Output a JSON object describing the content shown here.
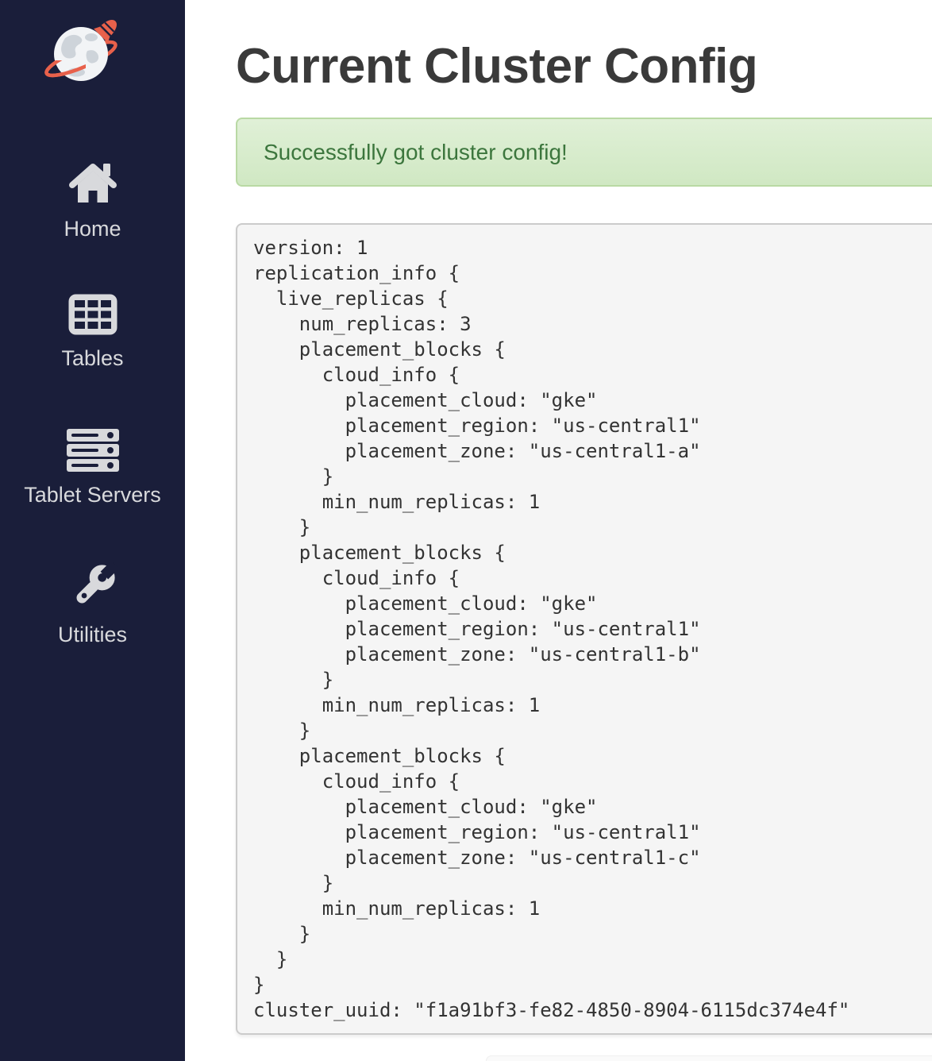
{
  "colors": {
    "sidebar_bg": "#1a1e3a",
    "accent_coral": "#e8614b",
    "icon_gray": "#d8d9dc",
    "title_text": "#3a3a3a",
    "success_text": "#3c763d",
    "success_bg_top": "#e0f0d7",
    "success_bg_bottom": "#d0e8c3",
    "success_border": "#b9d9a4",
    "pre_bg": "#f5f5f5",
    "pre_border": "#cbcbcb",
    "pre_text": "#333333"
  },
  "sidebar": {
    "logo": {
      "icon": "globe-rocket-logo"
    },
    "items": [
      {
        "label": "Home",
        "icon": "home-icon"
      },
      {
        "label": "Tables",
        "icon": "table-grid-icon"
      },
      {
        "label": "Tablet Servers",
        "icon": "server-stack-icon"
      },
      {
        "label": "Utilities",
        "icon": "wrench-icon"
      }
    ]
  },
  "main": {
    "title": "Current Cluster Config",
    "alert": {
      "type": "success",
      "message": "Successfully got cluster config!"
    },
    "cluster_config": {
      "text": "version: 1\nreplication_info {\n  live_replicas {\n    num_replicas: 3\n    placement_blocks {\n      cloud_info {\n        placement_cloud: \"gke\"\n        placement_region: \"us-central1\"\n        placement_zone: \"us-central1-a\"\n      }\n      min_num_replicas: 1\n    }\n    placement_blocks {\n      cloud_info {\n        placement_cloud: \"gke\"\n        placement_region: \"us-central1\"\n        placement_zone: \"us-central1-b\"\n      }\n      min_num_replicas: 1\n    }\n    placement_blocks {\n      cloud_info {\n        placement_cloud: \"gke\"\n        placement_region: \"us-central1\"\n        placement_zone: \"us-central1-c\"\n      }\n      min_num_replicas: 1\n    }\n  }\n}\ncluster_uuid: \"f1a91bf3-fe82-4850-8904-6115dc374e4f\"",
      "parsed": {
        "version": 1,
        "replication_info": {
          "live_replicas": {
            "num_replicas": 3,
            "placement_blocks": [
              {
                "cloud_info": {
                  "placement_cloud": "gke",
                  "placement_region": "us-central1",
                  "placement_zone": "us-central1-a"
                },
                "min_num_replicas": 1
              },
              {
                "cloud_info": {
                  "placement_cloud": "gke",
                  "placement_region": "us-central1",
                  "placement_zone": "us-central1-b"
                },
                "min_num_replicas": 1
              },
              {
                "cloud_info": {
                  "placement_cloud": "gke",
                  "placement_region": "us-central1",
                  "placement_zone": "us-central1-c"
                },
                "min_num_replicas": 1
              }
            ]
          }
        },
        "cluster_uuid": "f1a91bf3-fe82-4850-8904-6115dc374e4f"
      }
    }
  }
}
